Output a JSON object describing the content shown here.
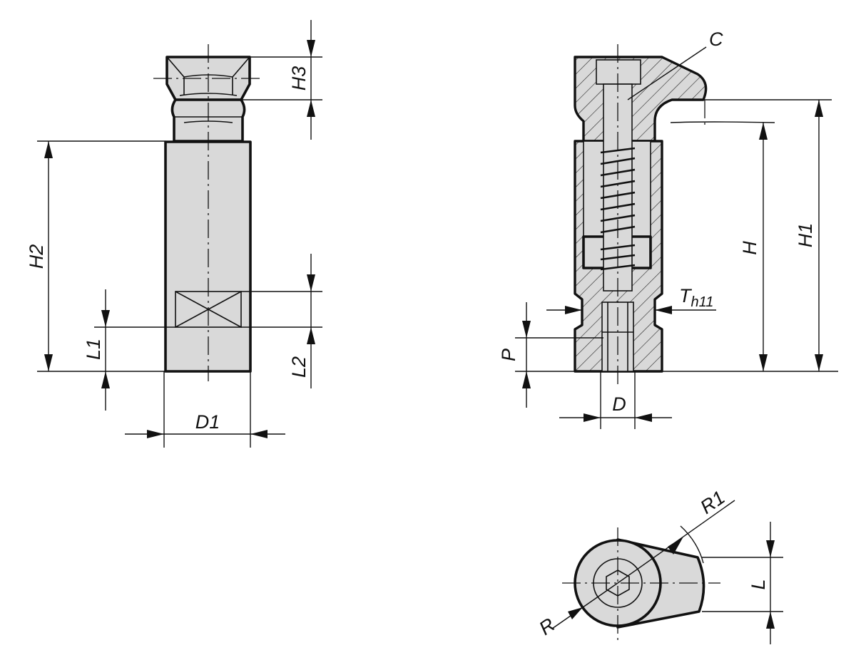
{
  "labels": {
    "H3": "H3",
    "H2": "H2",
    "L1": "L1",
    "L2": "L2",
    "D1": "D1",
    "C": "C",
    "H": "H",
    "H1": "H1",
    "T": "T",
    "T_sub": "h11",
    "P": "P",
    "D": "D",
    "R1": "R1",
    "R": "R",
    "L": "L"
  }
}
